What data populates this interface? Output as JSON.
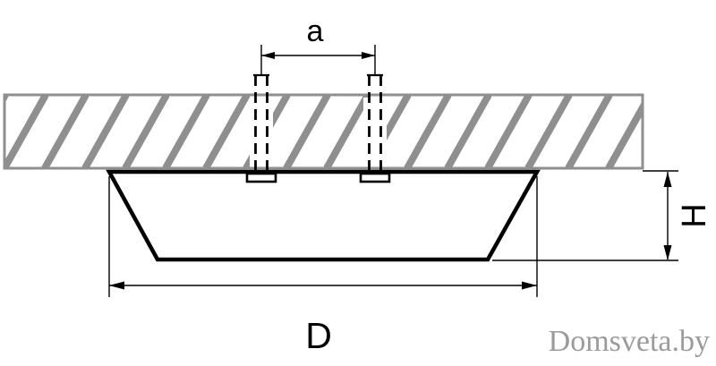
{
  "labels": {
    "spacing": "a",
    "diameter": "D",
    "height": "H"
  },
  "watermark": {
    "text": "Domsveta.by"
  },
  "colors": {
    "hatch_gray": "#8f8f8f",
    "line_black": "#000000",
    "watermark_gray": "#9b9b9b"
  }
}
